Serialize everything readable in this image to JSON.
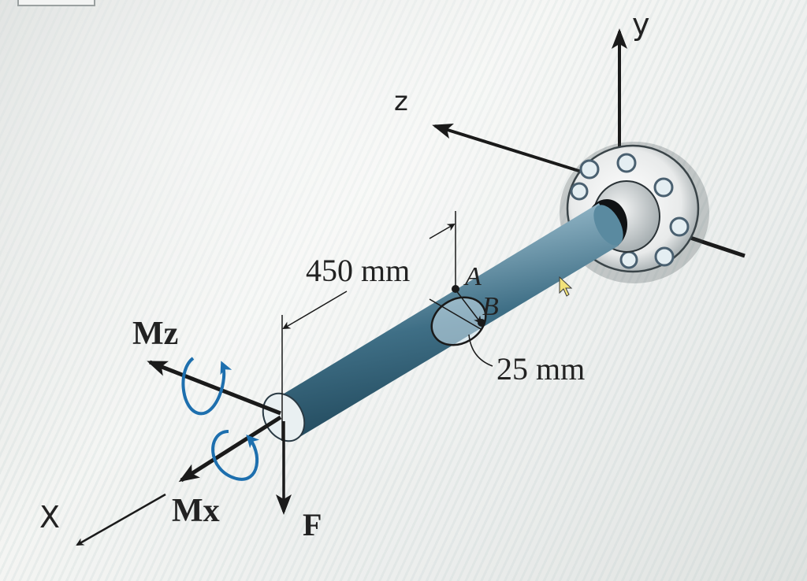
{
  "diagram": {
    "dimension_length": "450 mm",
    "dimension_radius": "25 mm",
    "point_a": "A",
    "point_b": "B",
    "moment_z": "Mz",
    "moment_x": "Mx",
    "force": "F",
    "axis_x": "X",
    "axis_y": "y",
    "axis_z": "z"
  },
  "colors": {
    "shaft": "#4f7d93",
    "moment_arrow": "#1d6fae",
    "ink": "#1a1a1a"
  },
  "icons": [
    "mouse-pointer-icon"
  ]
}
